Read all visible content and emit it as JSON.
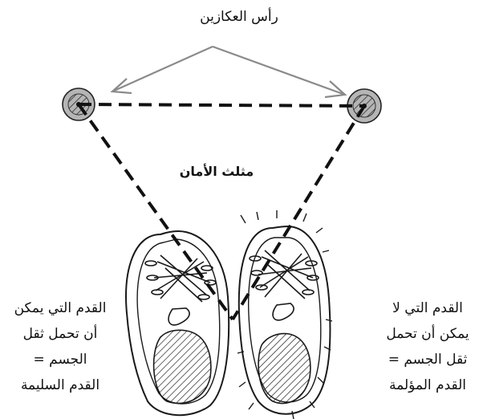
{
  "labels": {
    "crutch_tips": "رأس العكازين",
    "safety_triangle": "مثلث الأمان",
    "good_foot": "القدم التي يمكن\nأن تحمل ثقل\nالجسم =\nالقدم السليمة",
    "bad_foot": "القدم التي لا\nيمكن أن تحمل\nثقل الجسم =\nالقدم المؤلمة"
  },
  "icons": {
    "left_crutch": "crutch-tip-icon",
    "right_crutch": "crutch-tip-icon",
    "left_shoe": "shoe-icon",
    "right_shoe": "shoe-icon"
  },
  "colors": {
    "ink": "#111111",
    "arrow": "#8a8a8a",
    "crutch_shading": "#b5b5b5"
  }
}
